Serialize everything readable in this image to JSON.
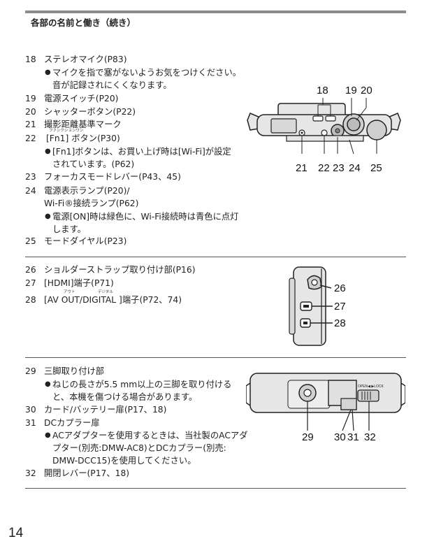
{
  "page": {
    "heading": "各部の名前と働き（続き）",
    "page_number": "14"
  },
  "section1": {
    "items": [
      {
        "num": "18",
        "text": "ステレオマイク(P83)"
      },
      {
        "num": "19",
        "text": "電源スイッチ(P20)"
      },
      {
        "num": "20",
        "text": "シャッターボタン(P22)"
      },
      {
        "num": "21",
        "text": "撮影距離基準マーク"
      },
      {
        "num": "22",
        "text": "[Fn1] ボタン(P30)",
        "ruby": "ファンクションワン"
      },
      {
        "num": "23",
        "text": "フォーカスモードレバー(P43、45)"
      },
      {
        "num": "24",
        "text": "電源表示ランプ(P20)/",
        "text2": "Wi-Fi®接続ランプ(P62)"
      },
      {
        "num": "25",
        "text": "モードダイヤル(P23)"
      }
    ],
    "bullets": {
      "mic_1": "マイクを指で塞がないようお気をつけください。",
      "mic_2": "音が記録されにくくなります。",
      "fn1_1": "[Fn1]ボタンは、お買い上げ時は[Wi-Fi]が設定",
      "fn1_2": "されています。(P62)",
      "lamp_1": "電源[ON]時は緑色に、Wi-Fi接続時は青色に点灯",
      "lamp_2": "します。"
    },
    "callouts": [
      "18",
      "19",
      "20",
      "21",
      "22",
      "23",
      "24",
      "25"
    ]
  },
  "section2": {
    "items": [
      {
        "num": "26",
        "text": "ショルダーストラップ取り付け部(P16)"
      },
      {
        "num": "27",
        "text": "[HDMI]端子(P71)"
      },
      {
        "num": "28",
        "text": "[AV OUT/DIGITAL ]端子(P72、74)",
        "ruby_a": "アウト",
        "ruby_b": "デジタル"
      }
    ],
    "callouts": [
      "26",
      "27",
      "28"
    ]
  },
  "section3": {
    "items": [
      {
        "num": "29",
        "text": "三脚取り付け部"
      },
      {
        "num": "30",
        "text": "カード/バッテリー扉(P17、18)"
      },
      {
        "num": "31",
        "text": "DCカプラー扉"
      },
      {
        "num": "32",
        "text": "開閉レバー(P17、18)"
      }
    ],
    "bullets": {
      "tripod_1": "ねじの長さが5.5 mm以上の三脚を取り付ける",
      "tripod_2": "と、本機を傷つける場合があります。",
      "dc_1": "ACアダプターを使用するときは、当社製のACアダ",
      "dc_2": "プター(別売:DMW-AC8)とDCカプラー(別売:",
      "dc_3": "DMW-DCC15)を使用してください。"
    },
    "lever_label": "OPEN◀ ▶LOCK",
    "callouts": [
      "29",
      "30",
      "31",
      "32"
    ]
  },
  "colors": {
    "top_bar": "#8c8c8c",
    "camera_body": "#e6e6e6",
    "outline": "#222222"
  }
}
